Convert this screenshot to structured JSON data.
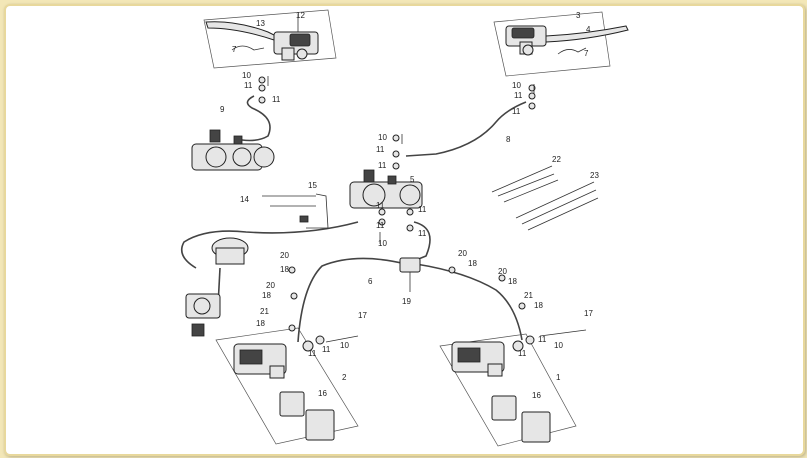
{
  "colors": {
    "outer_background": "#f3e7b7",
    "panel_background": "#ffffff",
    "line": "#333333"
  },
  "labels": [
    {
      "id": "n12",
      "text": "12"
    },
    {
      "id": "n13",
      "text": "13"
    },
    {
      "id": "n7a",
      "text": "7"
    },
    {
      "id": "n3",
      "text": "3"
    },
    {
      "id": "n4",
      "text": "4"
    },
    {
      "id": "n7b",
      "text": "7"
    },
    {
      "id": "n10a",
      "text": "10"
    },
    {
      "id": "n11a",
      "text": "11"
    },
    {
      "id": "n9",
      "text": "9"
    },
    {
      "id": "n11b",
      "text": "11"
    },
    {
      "id": "n10b",
      "text": "10"
    },
    {
      "id": "n11c",
      "text": "11"
    },
    {
      "id": "n11d",
      "text": "11"
    },
    {
      "id": "n8",
      "text": "8"
    },
    {
      "id": "n10c",
      "text": "10"
    },
    {
      "id": "n11e",
      "text": "11"
    },
    {
      "id": "n11f",
      "text": "11"
    },
    {
      "id": "n22",
      "text": "22"
    },
    {
      "id": "n23",
      "text": "23"
    },
    {
      "id": "n15",
      "text": "15"
    },
    {
      "id": "n5",
      "text": "5"
    },
    {
      "id": "n14",
      "text": "14"
    },
    {
      "id": "n11g",
      "text": "11"
    },
    {
      "id": "n11h",
      "text": "11"
    },
    {
      "id": "n11i",
      "text": "11"
    },
    {
      "id": "n11j",
      "text": "11"
    },
    {
      "id": "n10d",
      "text": "10"
    },
    {
      "id": "n20a",
      "text": "20"
    },
    {
      "id": "n18a",
      "text": "18"
    },
    {
      "id": "n20b",
      "text": "20"
    },
    {
      "id": "n18b",
      "text": "18"
    },
    {
      "id": "n21a",
      "text": "21"
    },
    {
      "id": "n18c",
      "text": "18"
    },
    {
      "id": "n6",
      "text": "6"
    },
    {
      "id": "n19",
      "text": "19"
    },
    {
      "id": "n20c",
      "text": "20"
    },
    {
      "id": "n18d",
      "text": "18"
    },
    {
      "id": "n20d",
      "text": "20"
    },
    {
      "id": "n18e",
      "text": "18"
    },
    {
      "id": "n21b",
      "text": "21"
    },
    {
      "id": "n18f",
      "text": "18"
    },
    {
      "id": "n17a",
      "text": "17"
    },
    {
      "id": "n11k",
      "text": "11"
    },
    {
      "id": "n11l",
      "text": "11"
    },
    {
      "id": "n10e",
      "text": "10"
    },
    {
      "id": "n17b",
      "text": "17"
    },
    {
      "id": "n11m",
      "text": "11"
    },
    {
      "id": "n10f",
      "text": "10"
    },
    {
      "id": "n11n",
      "text": "11"
    },
    {
      "id": "n2",
      "text": "2"
    },
    {
      "id": "n16a",
      "text": "16"
    },
    {
      "id": "n1",
      "text": "1"
    },
    {
      "id": "n16b",
      "text": "16"
    }
  ]
}
